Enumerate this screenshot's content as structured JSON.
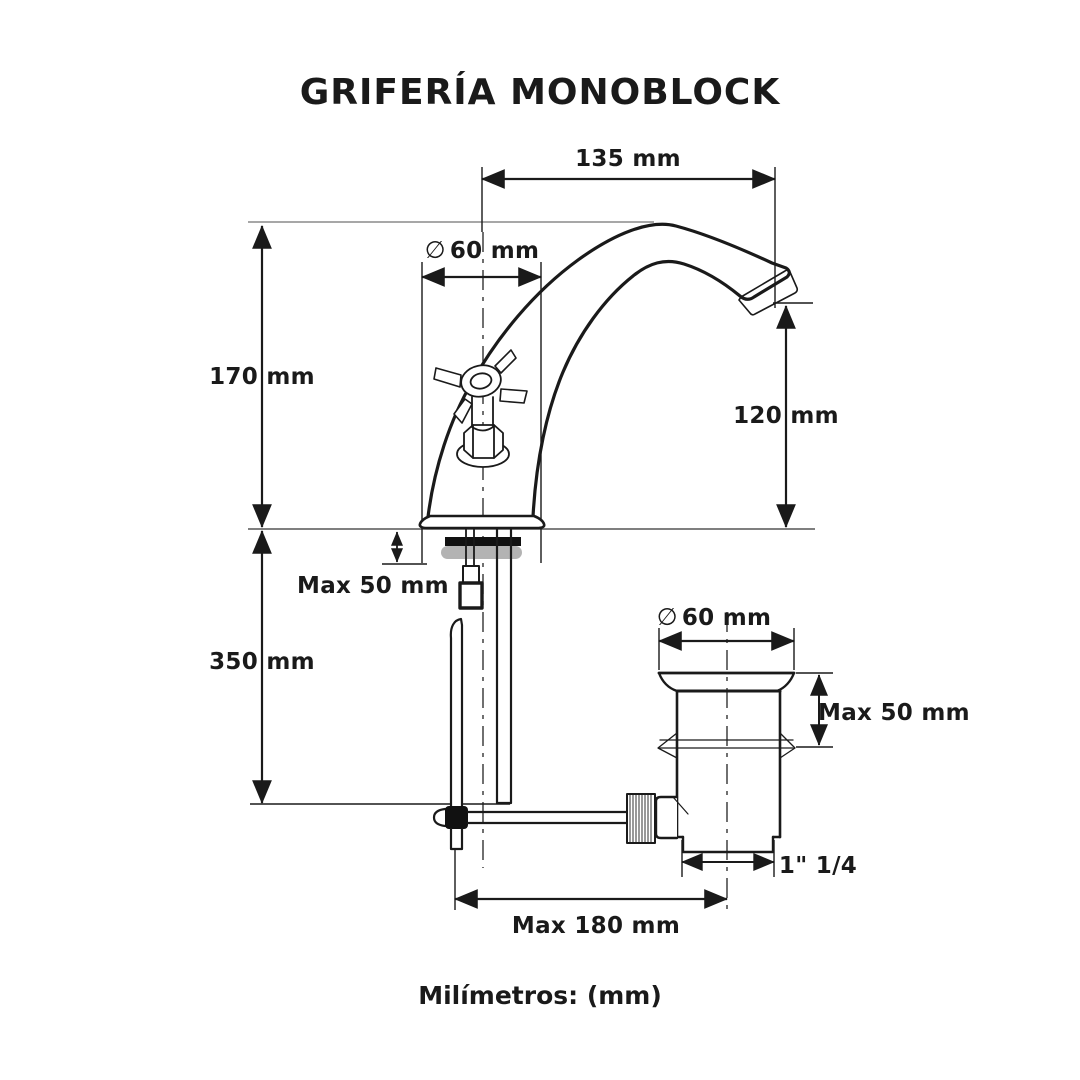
{
  "title": "GRIFERÍA MONOBLOCK",
  "footer_note": "Milímetros: (mm)",
  "diameter_symbol": "∅",
  "dimensions": {
    "spout_reach": "135 mm",
    "faucet_base_diameter": "60 mm",
    "faucet_height_above_deck": "170 mm",
    "spout_outlet_height": "120 mm",
    "deck_thickness_max": "Max 50 mm",
    "under_deck_length": "350 mm",
    "drain_flange_diameter": "60 mm",
    "drain_deck_thickness_max": "Max 50 mm",
    "drain_tailpiece_thread": "1\" 1/4",
    "lift_rod_reach_max": "Max 180 mm"
  },
  "colors": {
    "ink": "#1a1a1a",
    "reference_line": "#8a8a8a",
    "deck_line": "#555555",
    "washer_black": "#111111",
    "washer_gray": "#b3b3b3",
    "background": "#ffffff"
  }
}
